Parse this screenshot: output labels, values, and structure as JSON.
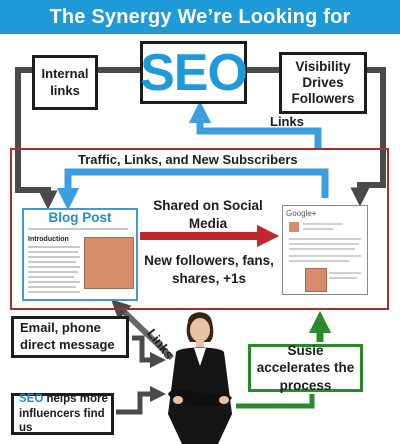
{
  "banner": {
    "title": "The Synergy We’re Looking for"
  },
  "nodes": {
    "seo": "SEO",
    "internal_links": "Internal links",
    "visibility": "Visibility Drives Followers",
    "blog_post": {
      "title": "Blog Post",
      "subheading": "Introduction"
    },
    "google_plus": {
      "logo_prefix": "Google",
      "logo_plus": "+"
    },
    "email": "Email, phone direct message",
    "seo_helps": {
      "seo_word": "SEO",
      "rest": " helps more influencers find us"
    },
    "susie": "Susie accelerates the process"
  },
  "labels": {
    "traffic": "Traffic, Links, and New Subscribers",
    "links_top": "Links",
    "shared": "Shared on Social Media",
    "new_followers": "New followers, fans, shares, +1s",
    "links_diagonal": "Links"
  },
  "colors": {
    "banner": "#1f9ad9",
    "blue_arrow": "#3a9ee0",
    "black_arrow": "#4a4a4a",
    "red_arrow": "#c0282e",
    "green": "#2b8a2b",
    "frame": "#b12b2b"
  },
  "icons": [
    "woman-figure-icon"
  ]
}
